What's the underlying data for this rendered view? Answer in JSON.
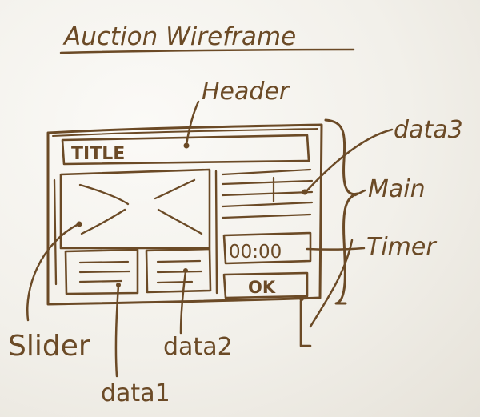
{
  "title": "Auction Wireframe",
  "labels": {
    "header": "Header",
    "data3": "data3",
    "main": "Main",
    "timer": "Timer",
    "slider": "Slider",
    "data2": "data2",
    "data1": "data1"
  },
  "wireframe": {
    "title_box": "TITLE",
    "timer_value": "00:00",
    "ok_button": "OK"
  },
  "colors": {
    "ink": "#6b4a26",
    "paper": "#f3f1ec"
  }
}
